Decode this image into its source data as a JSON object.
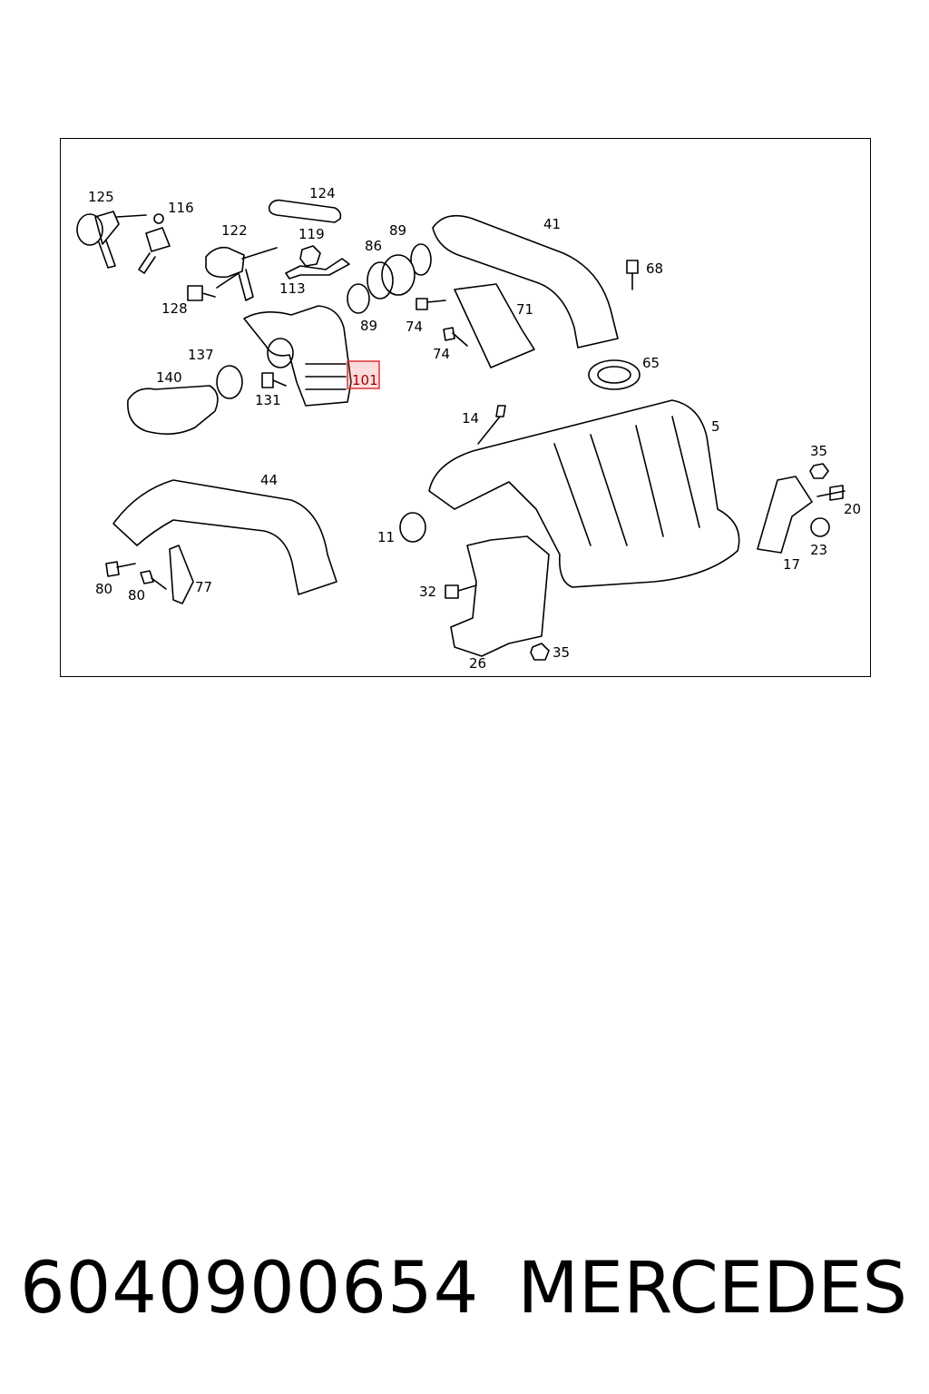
{
  "diagram": {
    "highlighted_label": "101",
    "highlight_color": "#e03030",
    "callouts": [
      "125",
      "116",
      "124",
      "122",
      "119",
      "89",
      "86",
      "41",
      "113",
      "68",
      "128",
      "89",
      "74",
      "71",
      "74",
      "137",
      "140",
      "131",
      "65",
      "14",
      "5",
      "35",
      "44",
      "20",
      "11",
      "23",
      "17",
      "77",
      "80",
      "80",
      "32",
      "26",
      "35"
    ]
  },
  "caption": {
    "part_number": "6040900654",
    "brand": "MERCEDES"
  }
}
